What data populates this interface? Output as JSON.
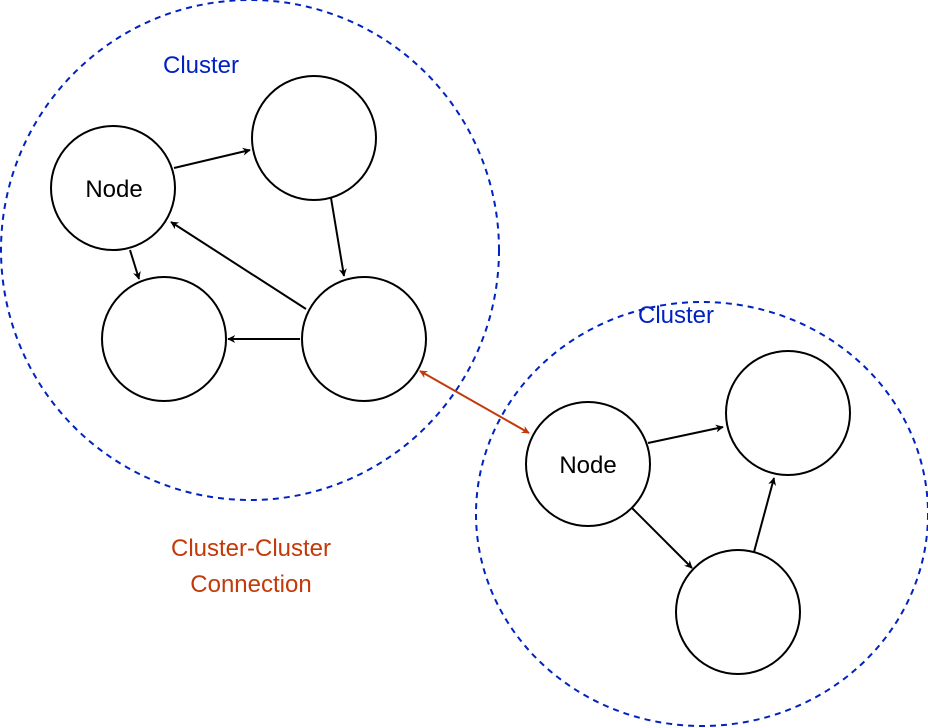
{
  "colors": {
    "cluster": "#0022c0",
    "node_stroke": "#000000",
    "edge": "#000000",
    "connection": "#c23a0a",
    "background": "#ffffff"
  },
  "clusters": [
    {
      "id": "c1",
      "label": "Cluster",
      "nodes": [
        {
          "id": "n1",
          "label": "Node"
        },
        {
          "id": "n2",
          "label": ""
        },
        {
          "id": "n3",
          "label": ""
        },
        {
          "id": "n4",
          "label": ""
        }
      ],
      "edges": [
        {
          "from": "n1",
          "to": "n2"
        },
        {
          "from": "n2",
          "to": "n4"
        },
        {
          "from": "n4",
          "to": "n1"
        },
        {
          "from": "n4",
          "to": "n3"
        },
        {
          "from": "n1",
          "to": "n3"
        }
      ]
    },
    {
      "id": "c2",
      "label": "Cluster",
      "nodes": [
        {
          "id": "m1",
          "label": "Node"
        },
        {
          "id": "m2",
          "label": ""
        },
        {
          "id": "m3",
          "label": ""
        }
      ],
      "edges": [
        {
          "from": "m1",
          "to": "m2"
        },
        {
          "from": "m1",
          "to": "m3"
        },
        {
          "from": "m3",
          "to": "m2"
        }
      ]
    }
  ],
  "connection": {
    "from": "n4",
    "to": "m1",
    "bidirectional": true,
    "label_line1": "Cluster-Cluster",
    "label_line2": "Connection"
  }
}
